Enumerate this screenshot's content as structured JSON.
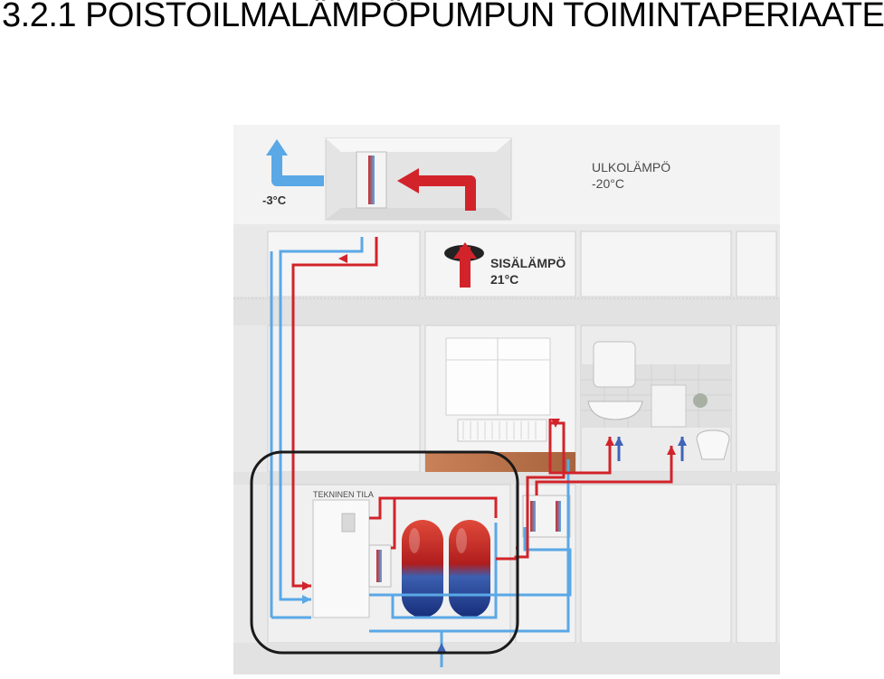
{
  "page": {
    "title": "3.2.1 POISTOILMALÄMPÖPUMPUN TOIMINTAPERIAATE"
  },
  "diagram": {
    "labels": {
      "exhaust_temp": "-3°C",
      "outdoor_label": "ULKOLÄMPÖ",
      "outdoor_temp": "-20°C",
      "indoor_label": "SISÄLÄMPÖ",
      "indoor_temp": "21°C",
      "technical_room": "TEKNINEN TILA"
    },
    "colors": {
      "warm": "#d2232a",
      "cold": "#5aa8e6",
      "wall": "#dcdcdc",
      "floor": "#b8734a",
      "outline": "#1a1a1a"
    },
    "icons": {
      "heat_pump_unit": "heat-pump-cabinet",
      "storage_tanks": "hot-water-tanks",
      "radiator": "radiator",
      "sink": "sink",
      "toilet": "toilet",
      "window": "window"
    }
  }
}
